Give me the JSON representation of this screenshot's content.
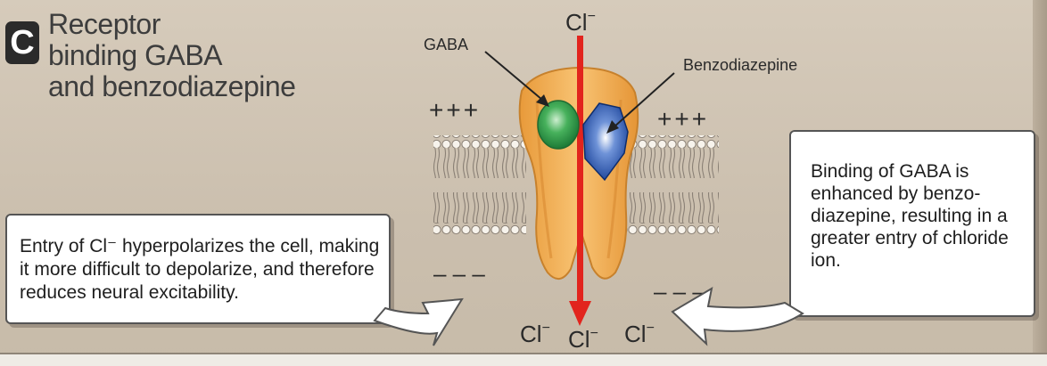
{
  "badge": "C",
  "title": [
    "Receptor",
    "binding GABA",
    "and benzodiazepine"
  ],
  "labels": {
    "gaba": "GABA",
    "benzodiazepine": "Benzodiazepine",
    "cl_top": "Cl",
    "cl_bottom_left": "Cl",
    "cl_bottom_middle": "Cl",
    "cl_bottom_right": "Cl",
    "charge_minus_superscript": "−",
    "plus_left": "+++",
    "plus_right": "+++",
    "minus_left": "– – –",
    "minus_right": "– – –"
  },
  "callout_left": {
    "lines": [
      "Entry of Cl⁻ hyperpolarizes the cell, making",
      "it more difficult to depolarize, and therefore",
      "reduces neural excitability."
    ]
  },
  "callout_right": {
    "lines": [
      "Binding of GABA is",
      "enhanced by benzo-",
      "diazepine, resulting in a",
      "greater entry of chloride",
      "ion."
    ]
  },
  "colors": {
    "receptor": "#f2b056",
    "gaba_site": "#3aa655",
    "benzodiazepine_site": "#1f4fa8",
    "chloride_arrow": "#e2241d",
    "membrane": "#f5f1ea"
  }
}
